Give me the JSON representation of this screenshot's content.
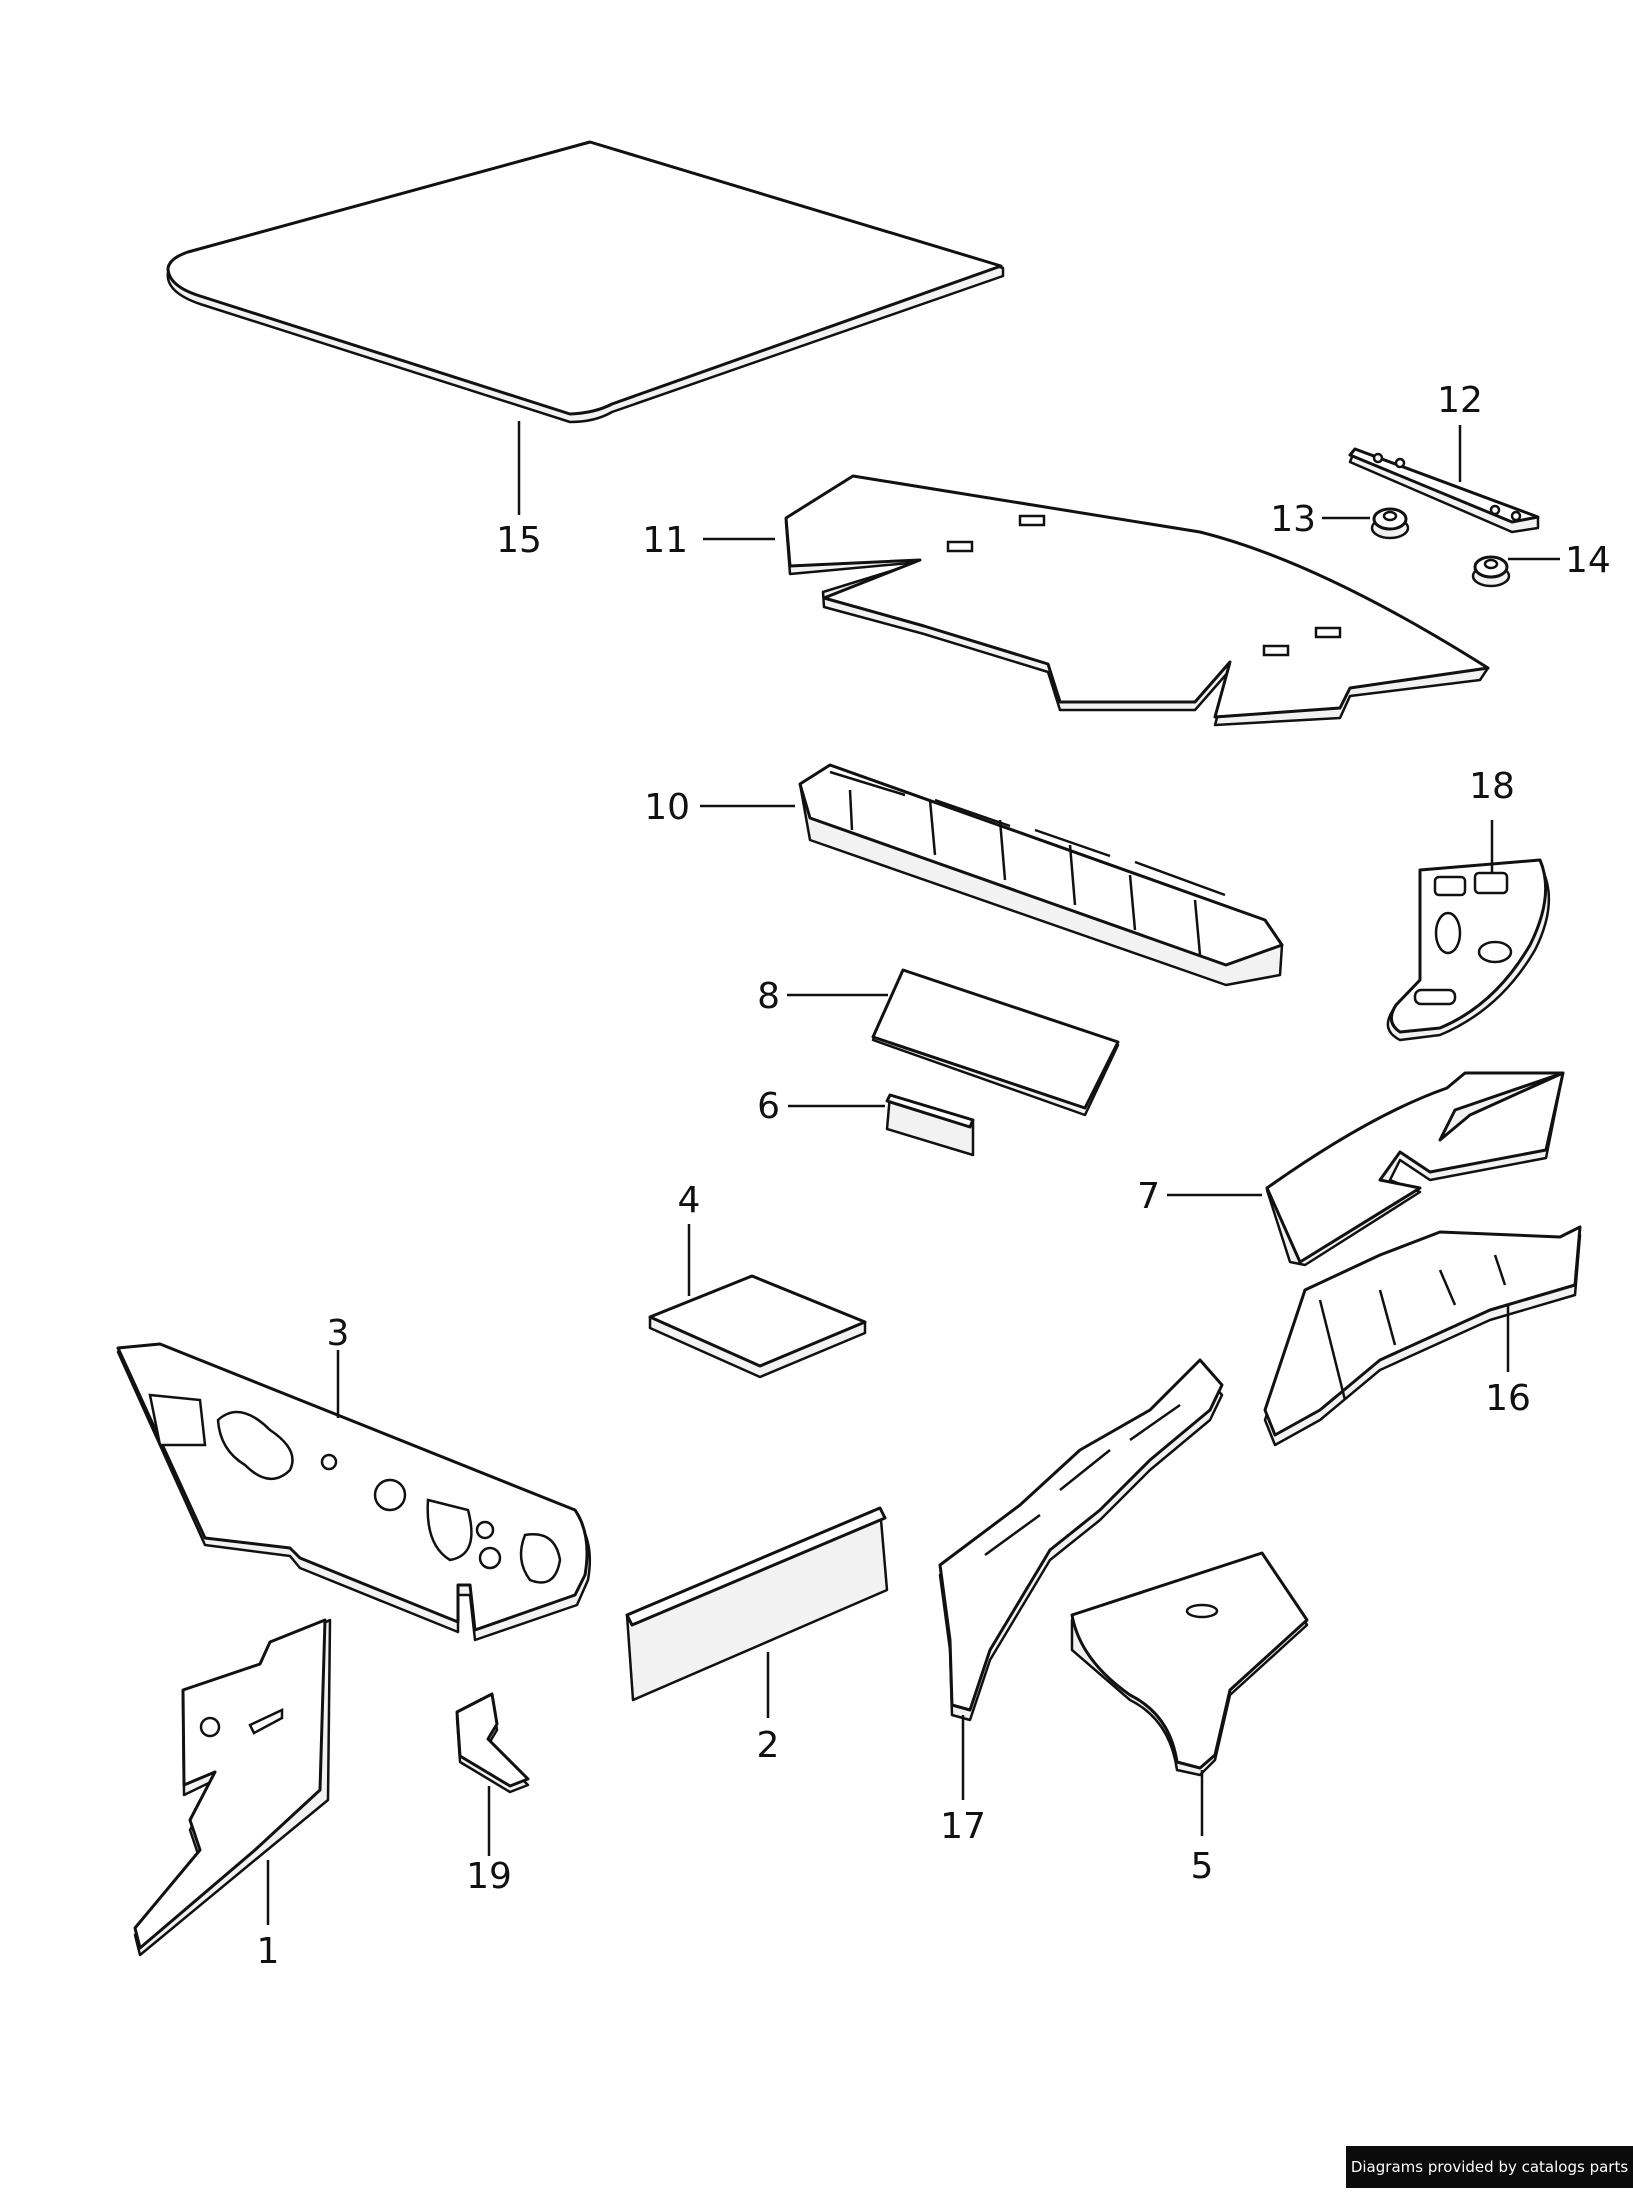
{
  "labels": {
    "p1": "1",
    "p2": "2",
    "p3": "3",
    "p4": "4",
    "p5": "5",
    "p6": "6",
    "p7": "7",
    "p8": "8",
    "p10": "10",
    "p11": "11",
    "p12": "12",
    "p13": "13",
    "p14": "14",
    "p15": "15",
    "p16": "16",
    "p17": "17",
    "p18": "18",
    "p19": "19"
  },
  "footer": {
    "credit": "Diagrams provided by catalogs parts"
  }
}
